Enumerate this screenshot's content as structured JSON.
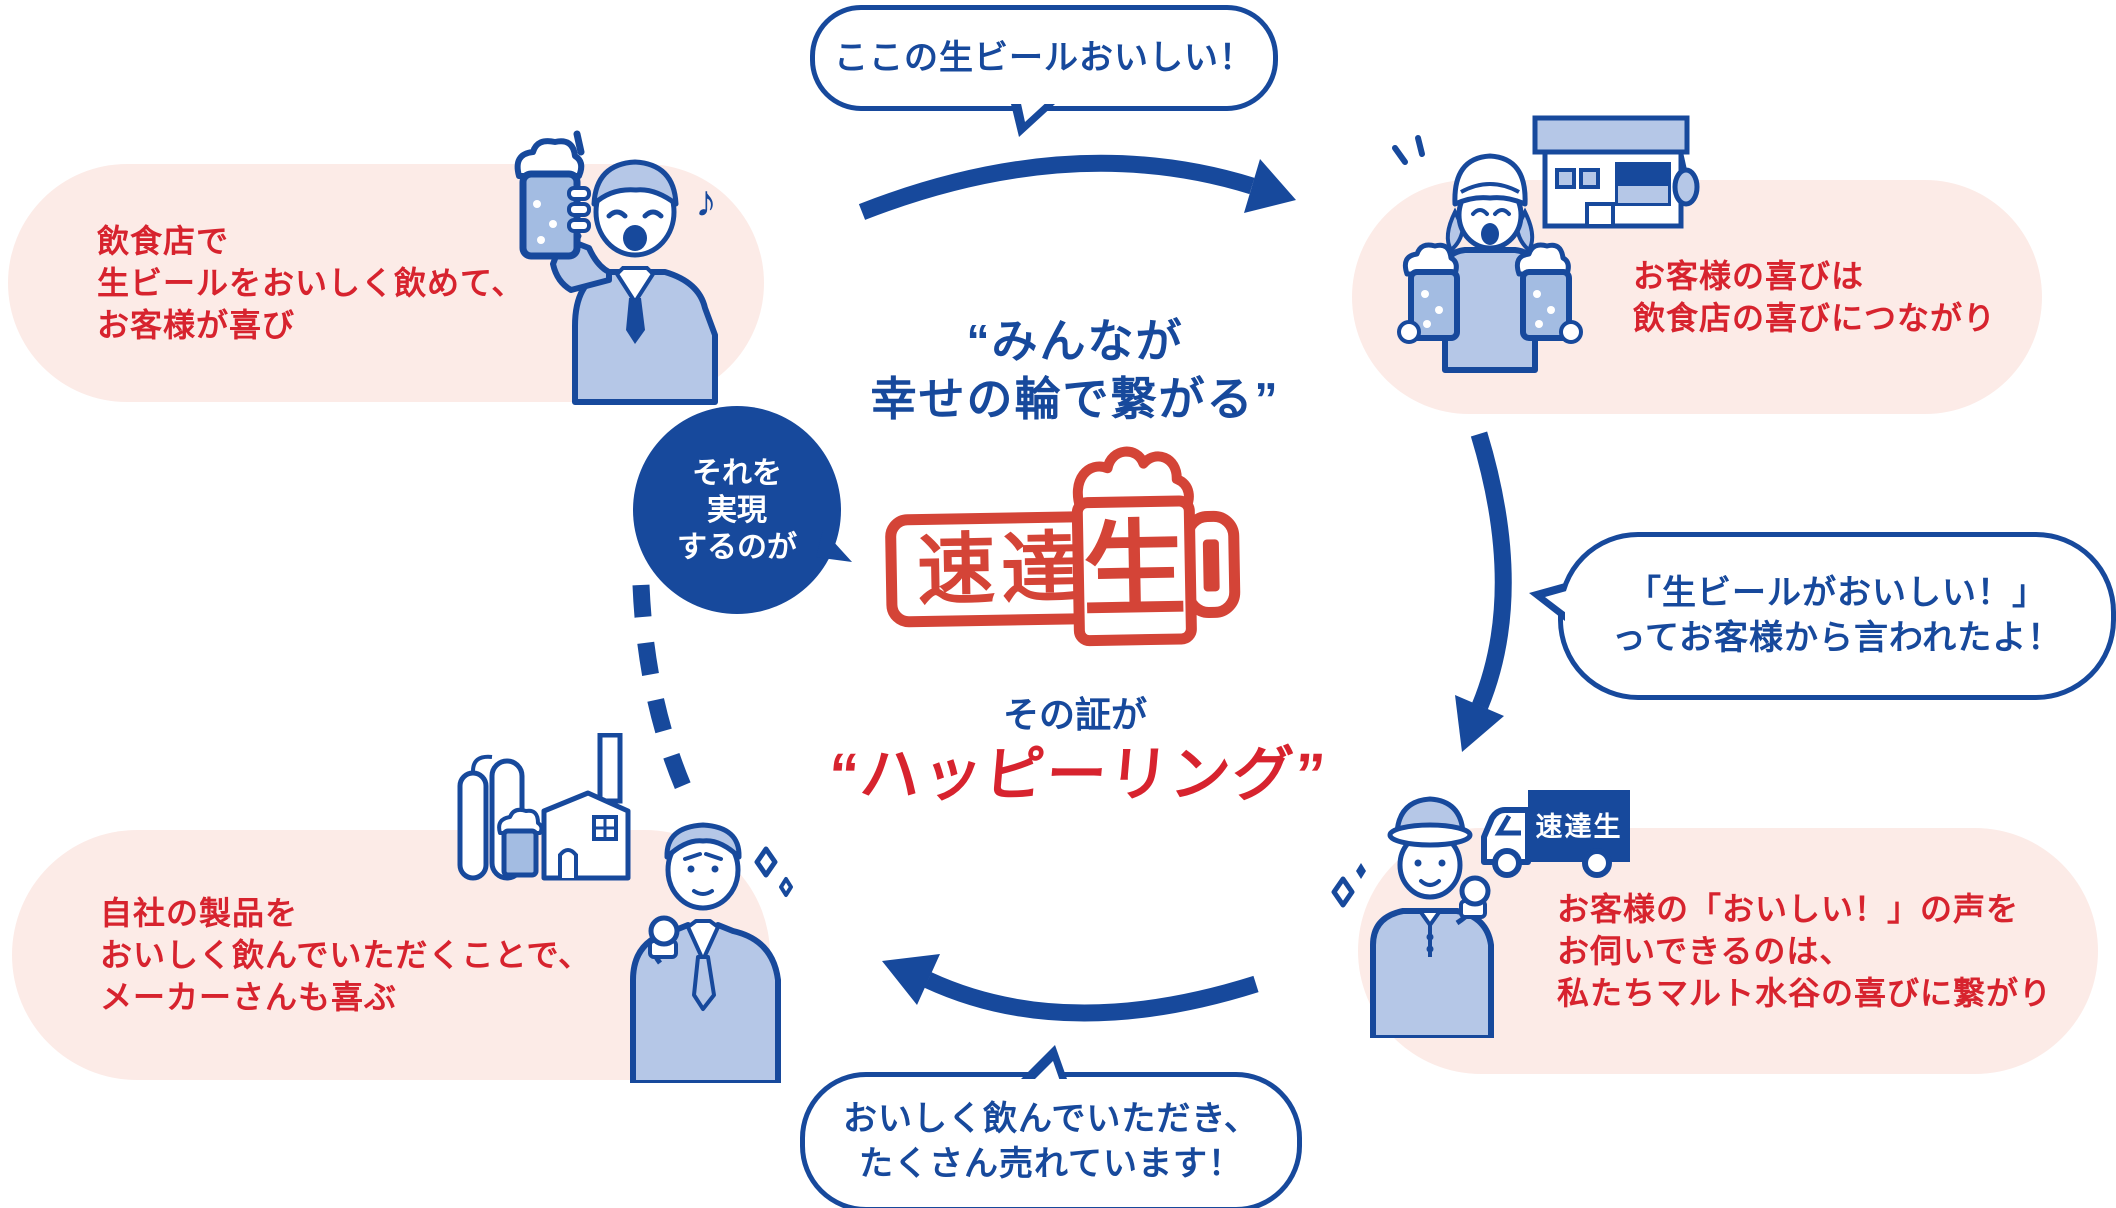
{
  "colors": {
    "blue": "#17499c",
    "red": "#d7232e",
    "stamp_red": "#d23a2d",
    "pink": "#fcebe7",
    "light_blue": "#b5c7e7",
    "beer_blue": "#a3bce2"
  },
  "speech_bubbles": {
    "top": {
      "line1": "ここの生ビールおいしい！"
    },
    "right": {
      "line1": "「生ビールがおいしい！」",
      "line2": "ってお客様から言われたよ！"
    },
    "bottom": {
      "line1": "おいしく飲んでいただき、",
      "line2": "たくさん売れています！"
    },
    "center_circle": {
      "line1": "それを",
      "line2": "実現",
      "line3": "するのが"
    }
  },
  "center": {
    "tagline_line1": "“みんなが",
    "tagline_line2": "幸せの輪で繋がる”",
    "stamp": {
      "box_text": "速達",
      "mug_text": "生"
    },
    "proof_intro": "その証が",
    "proof_name": "“ハッピーリング”"
  },
  "cards": {
    "restaurant_customer": {
      "lines": [
        "飲食店で",
        "生ビールをおいしく飲めて、",
        "お客様が喜び"
      ]
    },
    "restaurant": {
      "lines": [
        "お客様の喜びは",
        "飲食店の喜びにつながり"
      ]
    },
    "maruto": {
      "lines": [
        "お客様の「おいしい！」の声を",
        "お伺いできるのは、",
        "私たちマルト水谷の喜びに繋がり"
      ]
    },
    "maker": {
      "lines": [
        "自社の製品を",
        "おいしく飲んでいただくことで、",
        "メーカーさんも喜ぶ"
      ]
    }
  },
  "truck_label": "速達生",
  "illustrations": {
    "music_note": "♪",
    "top_left": "customer-drinking-beer",
    "top_right": "restaurant-staff-with-beers-and-shop",
    "bottom_right": "delivery-driver-with-truck",
    "bottom_left": "maker-businessman-with-brewery"
  }
}
